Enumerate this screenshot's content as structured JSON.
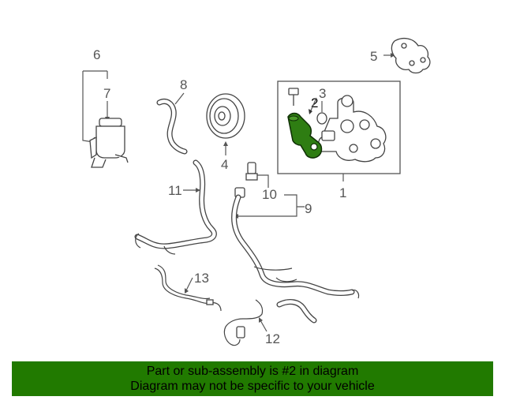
{
  "callouts": {
    "c1": "1",
    "c2": "2",
    "c3": "3",
    "c4": "4",
    "c5": "5",
    "c6": "6",
    "c7": "7",
    "c8": "8",
    "c9": "9",
    "c10": "10",
    "c11": "11",
    "c12": "12",
    "c13": "13"
  },
  "highlight_color": "#2e7d12",
  "banner": {
    "color": "#217a00",
    "line1": "Part or sub-assembly is #2 in diagram",
    "line2": "Diagram may not be specific to your vehicle"
  }
}
